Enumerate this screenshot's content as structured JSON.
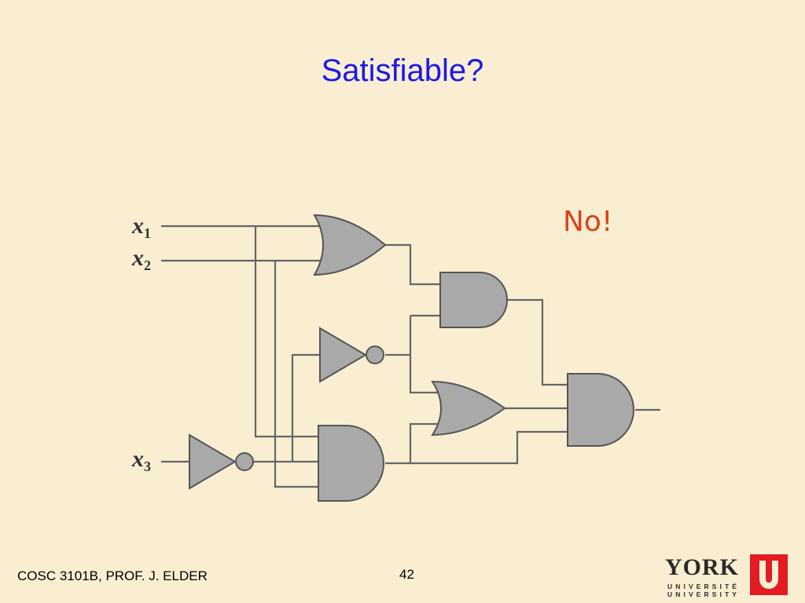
{
  "slide": {
    "title": "Satisfiable?",
    "answer": "No!",
    "footer": "COSC 3101B, PROF. J. ELDER",
    "page_number": "42"
  },
  "circuit": {
    "inputs": [
      {
        "var": "x",
        "sub": "1"
      },
      {
        "var": "x",
        "sub": "2"
      },
      {
        "var": "x",
        "sub": "3"
      }
    ]
  },
  "logo": {
    "name": "YORK",
    "line1": "UNIVERSITÉ",
    "line2": "UNIVERSITY",
    "accent": "#e31b23"
  },
  "colors": {
    "background": "#faeed2",
    "title": "#1a1ae6",
    "answer": "#d9431a",
    "gate_fill": "#a9a9a9"
  }
}
